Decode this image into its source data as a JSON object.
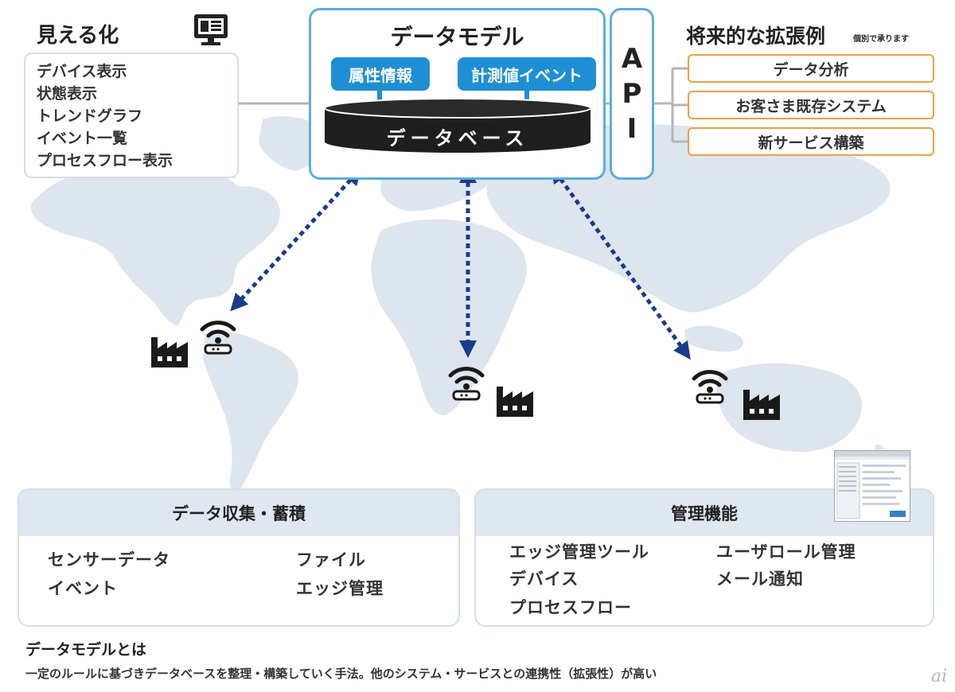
{
  "visualization": {
    "title": "見える化",
    "items": [
      "デバイス表示",
      "状態表示",
      "トレンドグラフ",
      "イベント一覧",
      "プロセスフロー表示"
    ],
    "icon": "monitor-icon"
  },
  "data_model": {
    "title": "データモデル",
    "tags": [
      "属性情報",
      "計測値イベント"
    ],
    "database_label": "データベース"
  },
  "api": {
    "letters": [
      "A",
      "P",
      "I"
    ]
  },
  "future": {
    "title": "将来的な拡張例",
    "note": "個別で承ります",
    "items": [
      "データ分析",
      "お客さま既存システム",
      "新サービス構築"
    ]
  },
  "sites": [
    {
      "name": "americas",
      "icons": [
        "wifi-router-icon",
        "factory-icon"
      ]
    },
    {
      "name": "africa",
      "icons": [
        "wifi-router-icon",
        "factory-icon"
      ]
    },
    {
      "name": "oceania",
      "icons": [
        "wifi-router-icon",
        "factory-icon"
      ]
    }
  ],
  "collection": {
    "title": "データ収集・蓄積",
    "items": [
      "センサーデータ",
      "イベント",
      "ファイル",
      "エッジ管理"
    ]
  },
  "management": {
    "title": "管理機能",
    "items": [
      "エッジ管理ツール",
      "デバイス",
      "プロセスフロー",
      "ユーザロール管理",
      "メール通知"
    ]
  },
  "definition": {
    "title": "データモデルとは",
    "text": "一定のルールに基づきデータベースを整理・構築していく手法。他のシステム・サービスとの連携性（拡張性）が高い"
  },
  "logo": "ai",
  "colors": {
    "accent_blue": "#1f8fd3",
    "border_blue": "#5aaedc",
    "arrow_navy": "#1a3a8c",
    "orange": "#f0a040",
    "map": "#dde5ef",
    "panel_head": "#dfe7f1",
    "database": "#1e1e1e"
  }
}
